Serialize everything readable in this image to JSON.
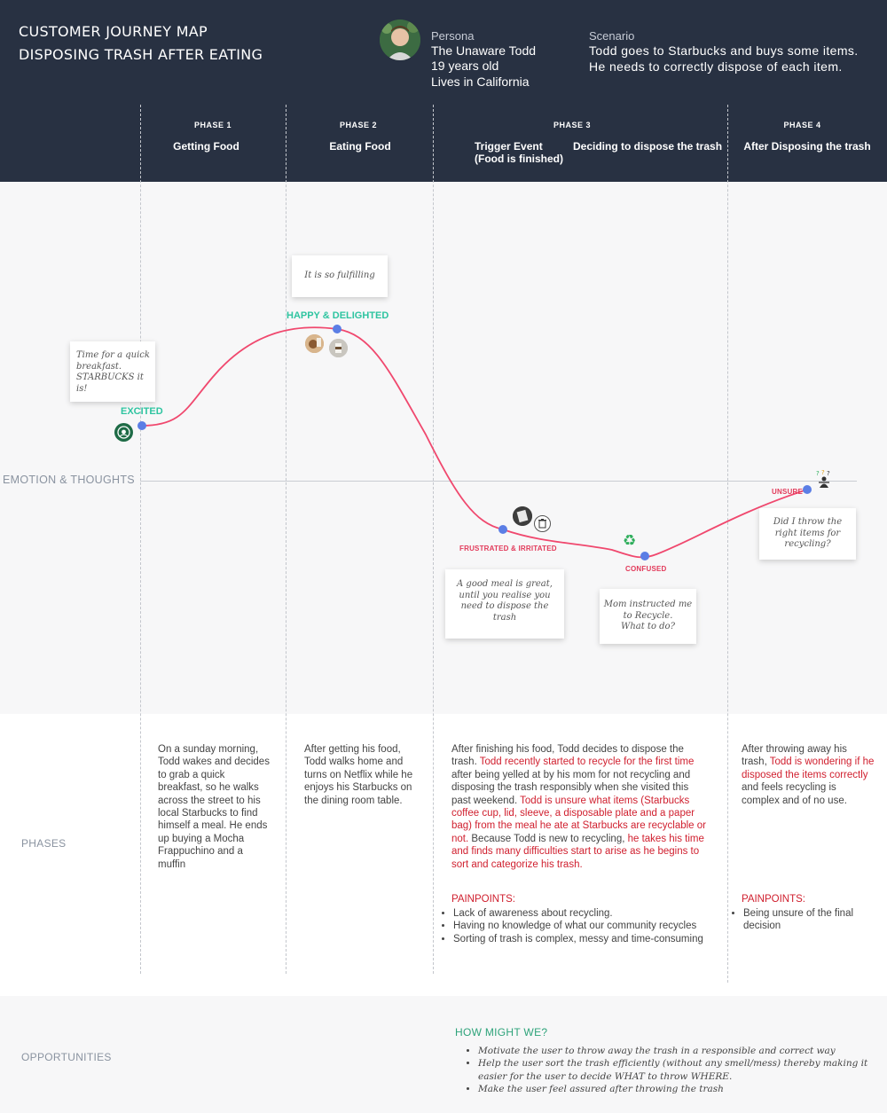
{
  "header": {
    "title_line1": "CUSTOMER JOURNEY MAP",
    "title_line2": "DISPOSING TRASH AFTER EATING",
    "persona_label": "Persona",
    "persona_name": "The Unaware Todd",
    "persona_age": "19 years old",
    "persona_location": "Lives in California",
    "scenario_label": "Scenario",
    "scenario_line1": "Todd goes to Starbucks and buys some items.",
    "scenario_line2": "He needs to correctly dispose of each item."
  },
  "phases": [
    {
      "number": "PHASE 1",
      "name": "Getting Food"
    },
    {
      "number": "PHASE 2",
      "name": "Eating Food"
    },
    {
      "number": "PHASE 3",
      "sub1_line1": "Trigger Event",
      "sub1_line2": "(Food is finished)",
      "sub2": "Deciding to dispose the trash"
    },
    {
      "number": "PHASE 4",
      "name": "After Disposing the trash"
    }
  ],
  "row_labels": {
    "emotion": "EMOTION & THOUGHTS",
    "phases": "PHASES",
    "opportunities": "OPPORTUNITIES"
  },
  "emotions": {
    "excited": "EXCITED",
    "happy": "HAPPY & DELIGHTED",
    "frustrated": "FRUSTRATED & IRRITATED",
    "confused": "CONFUSED",
    "unsure": "UNSURE"
  },
  "thoughts": {
    "excited": [
      "Time for a quick",
      "breakfast.",
      "STARBUCKS it is!"
    ],
    "happy": [
      "It is so fulfilling"
    ],
    "frustrated": [
      "A good meal is great,",
      "until you realise you",
      "need to dispose the",
      "trash"
    ],
    "confused": [
      "Mom instructed me",
      "to Recycle.",
      "What to do?"
    ],
    "unsure": [
      "Did I throw the",
      "right items for",
      "recycling?"
    ]
  },
  "phase_text": {
    "p1": "On a sunday morning, Todd wakes and decides to grab a quick breakfast, so he walks across the street to his local Starbucks to find himself a meal. He ends up buying a Mocha Frappuchino and a muffin",
    "p2": "After getting his food, Todd walks home and turns on Netflix while he enjoys his Starbucks on the dining room table.",
    "p3_a": "After finishing his food, Todd decides to dispose the trash. ",
    "p3_b": "Todd recently started to recycle for the first time",
    "p3_c": " after being yelled at by his mom for not recycling and disposing the trash responsibly when she visited this past weekend. ",
    "p3_d": "Todd is unsure what items (Starbucks coffee cup, lid, sleeve, a disposable plate and a paper bag) from the meal he ate at Starbucks are recyclable or not.",
    "p3_e": " Because Todd is new to recycling, ",
    "p3_f": "he takes his time and finds many difficulties start to arise as he begins to sort and categorize his trash.",
    "p4_a": "After throwing away his trash, ",
    "p4_b": "Todd is wondering if he disposed the items correctly",
    "p4_c": " and feels recycling is complex and of no use."
  },
  "painpoints": {
    "label": "PAINPOINTS:",
    "p3": [
      "Lack of awareness about recycling.",
      "Having no knowledge of what our community recycles",
      "Sorting of trash is complex, messy and time-consuming"
    ],
    "p4": [
      "Being unsure of the final decision"
    ]
  },
  "opportunities": {
    "heading": "HOW MIGHT WE?",
    "items": [
      "Motivate the user to throw away the trash in a responsible and correct way",
      "Help the user sort the trash efficiently (without any smell/mess) thereby making it easier for the user to decide WHAT to throw WHERE.",
      "Make the user feel assured after throwing the trash"
    ]
  },
  "colors": {
    "header_bg": "#283142",
    "curve": "#f0486e",
    "dot": "#5b7ee5",
    "happy_green": "#2ec4a0",
    "pain_red": "#d0202f"
  },
  "icons": [
    "avatar",
    "starbucks-logo-icon",
    "food-photo-icon",
    "coffee-photo-icon",
    "trash-photo-icon",
    "trash-bin-icon",
    "recycle-icon",
    "confused-person-icon"
  ]
}
